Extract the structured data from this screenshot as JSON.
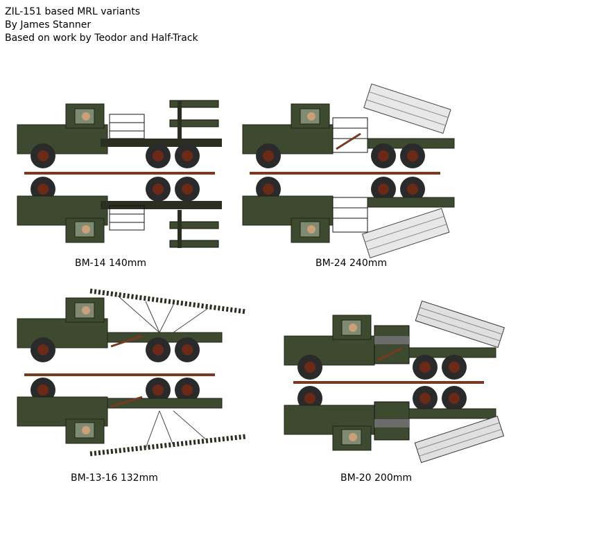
{
  "credits": {
    "title": "ZIL-151 based MRL variants",
    "author": "By James Stanner",
    "based_on": "Based on work by Teodor and Half-Track"
  },
  "variants": [
    {
      "caption": "BM-14 140mm",
      "launcher": "tube-frame"
    },
    {
      "caption": "BM-24 240mm",
      "launcher": "frame-rails"
    },
    {
      "caption": "BM-13-16 132mm",
      "launcher": "long-rails"
    },
    {
      "caption": "BM-20 200mm",
      "launcher": "frame-rails"
    }
  ],
  "colors": {
    "truck_body": "#3d4a30",
    "truck_dark": "#262d1c",
    "tyre": "#2a2a2a",
    "hub": "#6b2a18",
    "axle_bar": "#7a3a22",
    "rail": "#b5b5b5"
  }
}
